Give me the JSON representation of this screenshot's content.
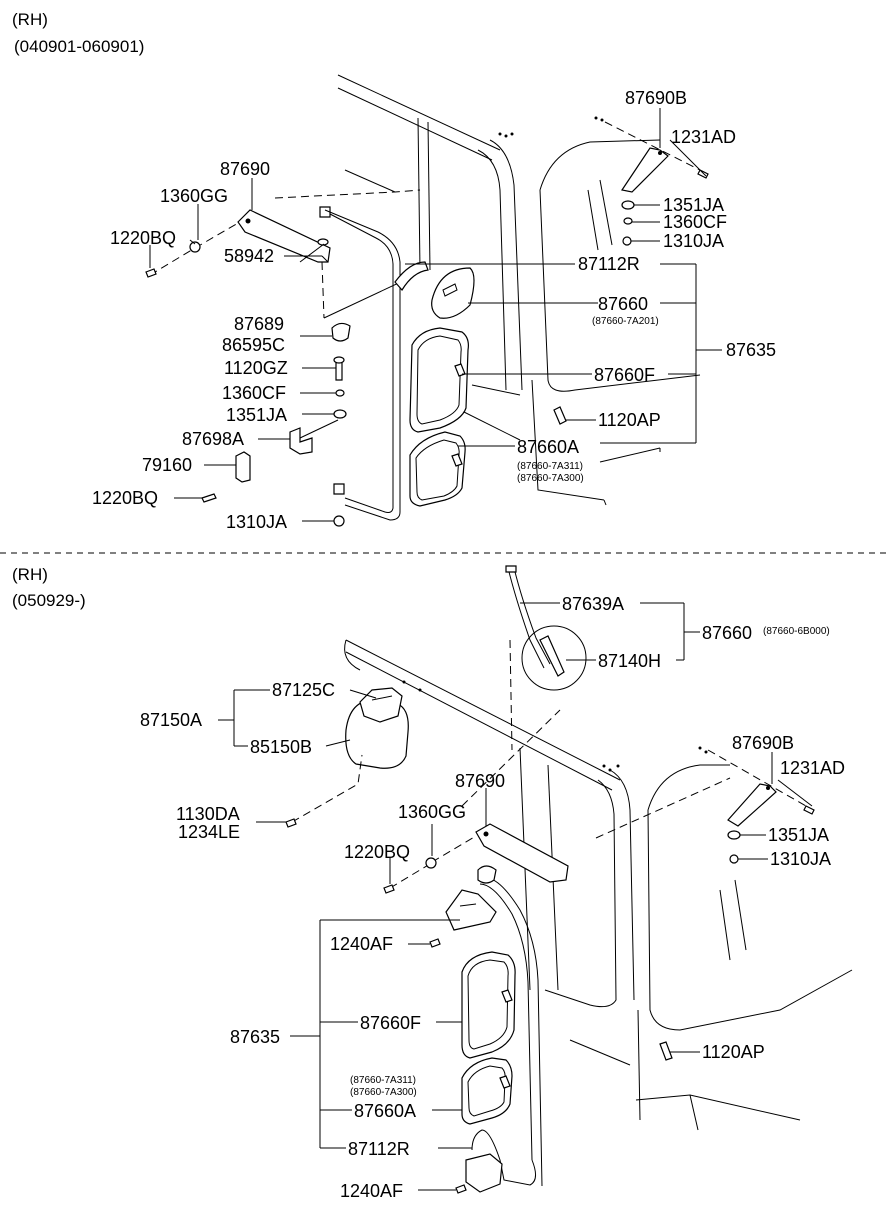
{
  "sections": [
    {
      "side": "(RH)",
      "range": "(040901-060901)"
    },
    {
      "side": "(RH)",
      "range": "(050929-)"
    }
  ],
  "top": {
    "p87690B": "87690B",
    "p1231AD": "1231AD",
    "p1351JA": "1351JA",
    "p1360CF": "1360CF",
    "p1310JA": "1310JA",
    "p87690": "87690",
    "p1360GG": "1360GG",
    "p1220BQ": "1220BQ",
    "p58942": "58942",
    "p87112R": "87112R",
    "p87660": "87660",
    "p87660_alt": "(87660-7A201)",
    "p87635": "87635",
    "p87689": "87689",
    "p86595C": "86595C",
    "p1120GZ": "1120GZ",
    "p87660F": "87660F",
    "p1360CF_b": "1360CF",
    "p1351JA_b": "1351JA",
    "p1120AP": "1120AP",
    "p87698A": "87698A",
    "p87660A": "87660A",
    "p87660A_alt1": "(87660-7A311)",
    "p87660A_alt2": "(87660-7A300)",
    "p79160": "79160",
    "p1220BQ_b": "1220BQ",
    "p1310JA_b": "1310JA"
  },
  "bottom": {
    "p87639A": "87639A",
    "p87660": "87660",
    "p87660_alt": "(87660-6B000)",
    "p87140H": "87140H",
    "p87125C": "87125C",
    "p87150A": "87150A",
    "p85150B": "85150B",
    "p87690B": "87690B",
    "p1231AD": "1231AD",
    "p87690": "87690",
    "p1360GG": "1360GG",
    "p1351JA": "1351JA",
    "p1310JA": "1310JA",
    "p1130DA": "1130DA",
    "p1234LE": "1234LE",
    "p1220BQ": "1220BQ",
    "p1240AF": "1240AF",
    "p87635": "87635",
    "p87660F": "87660F",
    "p1120AP": "1120AP",
    "p87660A_alt1": "(87660-7A311)",
    "p87660A_alt2": "(87660-7A300)",
    "p87660A": "87660A",
    "p87112R": "87112R",
    "p1240AF_b": "1240AF"
  }
}
